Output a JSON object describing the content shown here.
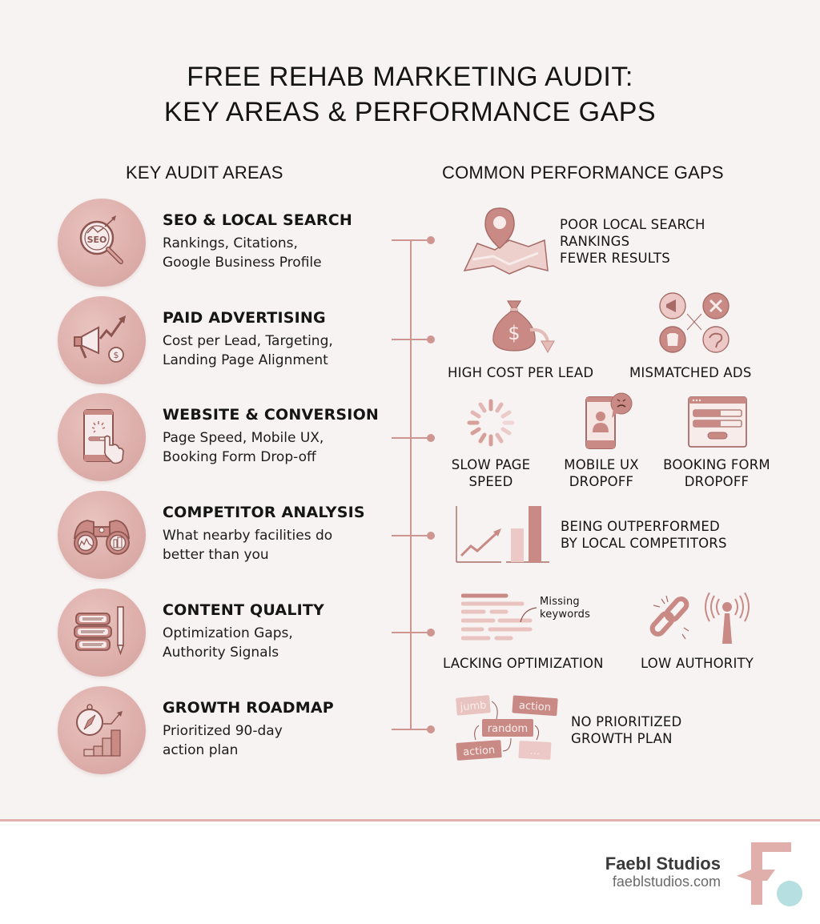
{
  "title": {
    "line1": "FREE REHAB MARKETING AUDIT:",
    "line2": "KEY AREAS & PERFORMANCE GAPS"
  },
  "columns": {
    "left_heading": "KEY AUDIT AREAS",
    "right_heading": "COMMON PERFORMANCE GAPS"
  },
  "audit_areas": [
    {
      "icon": "seo-magnifier-icon",
      "label": "SEO & LOCAL SEARCH",
      "desc_line1": "Rankings, Citations,",
      "desc_line2": "Google Business Profile"
    },
    {
      "icon": "megaphone-growth-icon",
      "label": "PAID ADVERTISING",
      "desc_line1": "Cost per Lead, Targeting,",
      "desc_line2": "Landing Page Alignment"
    },
    {
      "icon": "mobile-tap-icon",
      "label": "WEBSITE & CONVERSION",
      "desc_line1": "Page Speed, Mobile UX,",
      "desc_line2": "Booking Form Drop-off"
    },
    {
      "icon": "binoculars-icon",
      "label": "COMPETITOR ANALYSIS",
      "desc_line1": "What nearby facilities do",
      "desc_line2": "better than you"
    },
    {
      "icon": "books-pencil-icon",
      "label": "CONTENT QUALITY",
      "desc_line1": "Optimization Gaps,",
      "desc_line2": "Authority Signals"
    },
    {
      "icon": "compass-chart-icon",
      "label": "GROWTH ROADMAP",
      "desc_line1": "Prioritized 90-day",
      "desc_line2": "action plan"
    }
  ],
  "performance_gaps": {
    "seo": {
      "icon": "map-pin-icon",
      "line1": "POOR LOCAL SEARCH",
      "line2": "RANKINGS",
      "line3": "FEWER RESULTS"
    },
    "cost": {
      "icon": "money-bag-down-icon",
      "label": "HIGH COST PER LEAD"
    },
    "mismatched": {
      "icon": "mismatched-ads-icon",
      "label": "MISMATCHED ADS"
    },
    "speed": {
      "icon": "loading-spinner-icon",
      "line1": "SLOW PAGE",
      "line2": "SPEED"
    },
    "mobile": {
      "icon": "mobile-frustrated-icon",
      "line1": "MOBILE UX",
      "line2": "DROPOFF"
    },
    "booking": {
      "icon": "booking-form-icon",
      "line1": "BOOKING FORM",
      "line2": "DROPOFF"
    },
    "competitors": {
      "icon": "bar-chart-icon",
      "line1": "BEING OUTPERFORMED",
      "line2": "BY LOCAL COMPETITORS"
    },
    "optimization": {
      "icon": "text-lines-icon",
      "annotation_line1": "Missing",
      "annotation_line2": "keywords",
      "label": "LACKING OPTIMIZATION"
    },
    "authority": {
      "icon": "broken-link-antenna-icon",
      "label": "LOW AUTHORITY"
    },
    "plan": {
      "icon": "jumbled-tags-icon",
      "tags": [
        "jumb",
        "action",
        "random",
        "action",
        "..."
      ],
      "line1": "NO PRIORITIZED",
      "line2": "GROWTH PLAN"
    }
  },
  "footer": {
    "brand": "Faebl Studios",
    "url": "faeblstudios.com"
  },
  "colors": {
    "accent": "#cf9691",
    "icon_fill": "#c98a85",
    "circle_bg": "#ddaeaa",
    "background": "#f7f3f2",
    "logo_pink": "#e0aeab",
    "logo_teal": "#b5dfe0"
  }
}
